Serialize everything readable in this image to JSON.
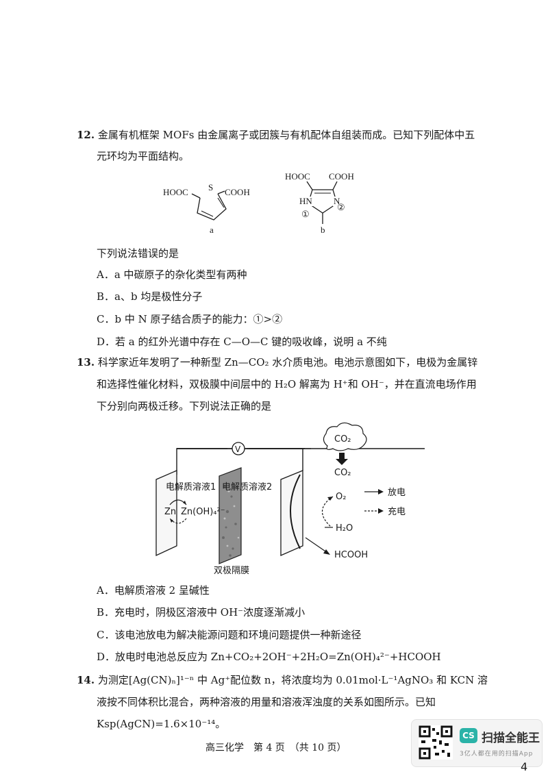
{
  "q12": {
    "number": "12.",
    "stem_line1": "金属有机框架 MOFs 由金属离子或团簇与有机配体自组装而成。已知下列配体中五",
    "stem_line2": "元环均为平面结构。",
    "struct_a": {
      "left_group": "HOOC",
      "right_group": "COOH",
      "hetero": "S",
      "label": "a"
    },
    "struct_b": {
      "left_group": "HOOC",
      "right_group": "COOH",
      "nh": "HN",
      "n": "N",
      "circle1": "①",
      "circle2": "②",
      "label": "b"
    },
    "prompt": "下列说法错误的是",
    "options": [
      "A．a 中碳原子的杂化类型有两种",
      "B．a、b 均是极性分子",
      "C．b 中 N 原子结合质子的能力：①>②",
      "D．若 a 的红外光谱中存在 C—O—C 键的吸收峰，说明 a 不纯"
    ]
  },
  "q13": {
    "number": "13.",
    "stem_line1": "科学家近年发明了一种新型 Zn—CO₂ 水介质电池。电池示意图如下，电极为金属锌",
    "stem_line2": "和选择性催化材料，双极膜中间层中的 H₂O 解离为 H⁺和 OH⁻，并在直流电场作用",
    "stem_line3": "下分别向两极迁移。下列说法正确的是",
    "diagram": {
      "voltmeter": "V",
      "cloud_label": "CO₂",
      "co2_in": "CO₂",
      "electrolyte1": "电解质溶液1",
      "electrolyte2": "电解质溶液2",
      "zn": "Zn",
      "zn_oh": "Zn(OH)₄²⁻",
      "o2": "O₂",
      "h2o": "H₂O",
      "hcooh": "HCOOH",
      "membrane": "双极隔膜",
      "legend_discharge": "放电",
      "legend_charge": "充电"
    },
    "options": [
      "A．电解质溶液 2 呈碱性",
      "B．充电时，阴极区溶液中 OH⁻浓度逐渐减小",
      "C．该电池放电为解决能源问题和环境问题提供一种新途径",
      "D．放电时电池总反应为 Zn+CO₂+2OH⁻+2H₂O=Zn(OH)₄²⁻+HCOOH"
    ]
  },
  "q14": {
    "number": "14.",
    "stem_line1": "为测定[Ag(CN)ₙ]¹⁻ⁿ 中 Ag⁺配位数 n，将浓度均为 0.01mol·L⁻¹AgNO₃ 和 KCN 溶",
    "stem_line2": "液按不同体积比混合，两种溶液的用量和溶液浑浊度的关系如图所示。已知",
    "stem_line3": "Ksp(AgCN)=1.6×10⁻¹⁴。"
  },
  "footer": "高三化学　第 4 页　（共 10 页）",
  "scanner_badge": {
    "logo": "CS",
    "title": "扫描全能王",
    "subtitle": "3亿人都在用的扫描App"
  },
  "page_corner_number": "4"
}
